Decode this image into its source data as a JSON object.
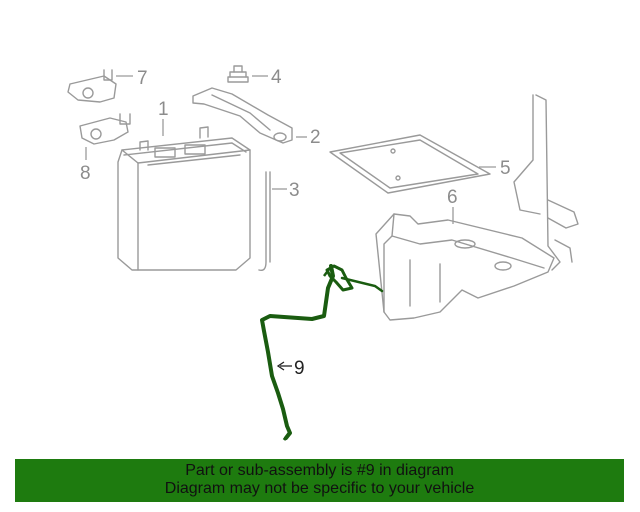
{
  "callouts": {
    "c1": "1",
    "c2": "2",
    "c3": "3",
    "c4": "4",
    "c5": "5",
    "c6": "6",
    "c7": "7",
    "c8": "8",
    "c9": "9"
  },
  "banner": {
    "line1": "Part or sub-assembly is #9 in diagram",
    "line2": "Diagram may not be specific to your vehicle"
  },
  "colors": {
    "highlight_part": "#1a5c10",
    "banner_background": "#1e7b0f",
    "line_art": "#9a9a9a"
  }
}
